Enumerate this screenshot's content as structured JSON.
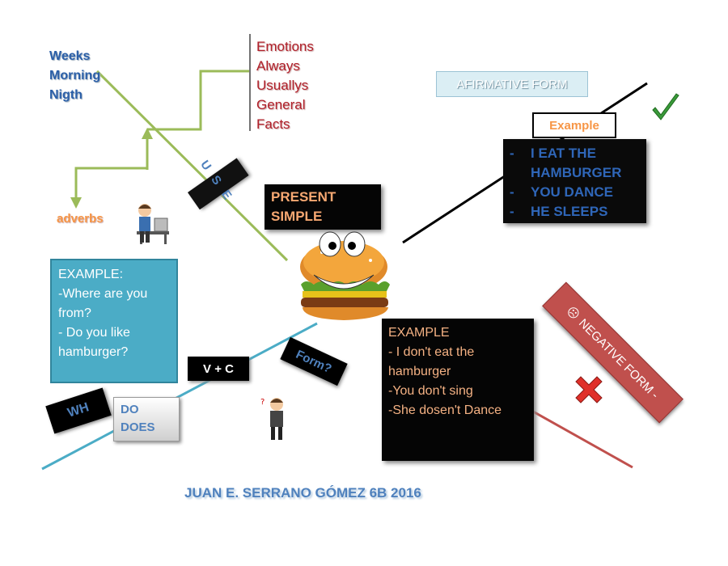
{
  "time_words": [
    "Weeks",
    "Morning",
    "Nigth"
  ],
  "uses": [
    "Emotions",
    "Always",
    "Usuallys",
    "General",
    "Facts"
  ],
  "adverbs_label": "adverbs",
  "use_tag": "USE",
  "title": "PRESENT SIMPLE",
  "affirmative": {
    "label": "AFIRMATIVE FORM",
    "example_label": "Example",
    "items": [
      "I EAT THE HAMBURGER",
      "YOU DANCE",
      "HE SLEEPS"
    ],
    "bullet": "-"
  },
  "question_example": {
    "lines": [
      "EXAMPLE:",
      "-Where are  you from?",
      "- Do you like hamburger?"
    ]
  },
  "structure": {
    "verb_complement": "V + C",
    "form_tag": "Form?",
    "wh": "WH",
    "auxiliaries": [
      "DO",
      "DOES"
    ]
  },
  "negative": {
    "label": "NEGATIVE FORM -",
    "sad_face": "☹",
    "lines": [
      "EXAMPLE",
      "- I don't eat the hamburger",
      "-You don't sing",
      "-She dosen't Dance"
    ]
  },
  "footer": "JUAN E. SERRANO GÓMEZ 6B 2016",
  "colors": {
    "green_line": "#9bbb59",
    "blue_line": "#4bacc6",
    "red_line": "#c0504d",
    "question_box": "#4bacc6",
    "negative_tag": "#c0504d",
    "affirmative_tag": "#dbeef4"
  }
}
